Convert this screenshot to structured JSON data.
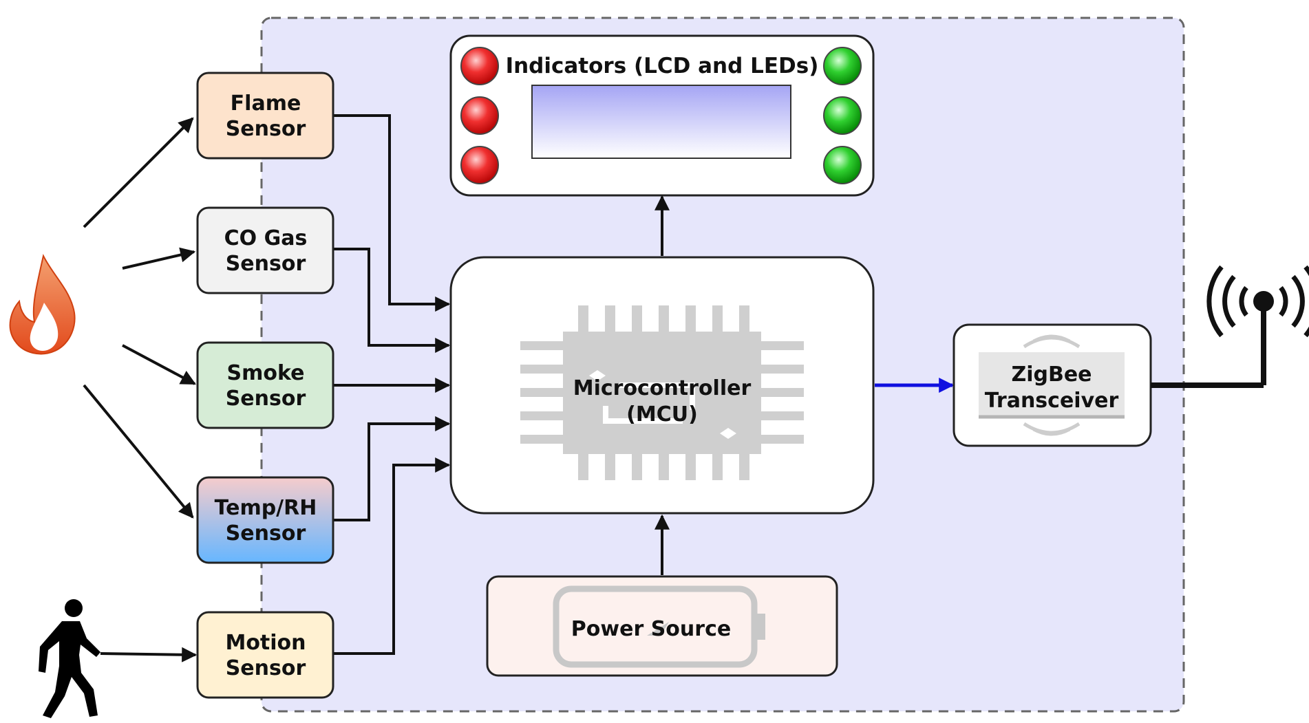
{
  "sensors": [
    {
      "line1": "Flame",
      "line2": "Sensor"
    },
    {
      "line1": "CO Gas",
      "line2": "Sensor"
    },
    {
      "line1": "Smoke",
      "line2": "Sensor"
    },
    {
      "line1": "Temp/RH",
      "line2": "Sensor"
    },
    {
      "line1": "Motion",
      "line2": "Sensor"
    }
  ],
  "indicators": {
    "title": "Indicators (LCD and LEDs)"
  },
  "mcu": {
    "line1": "Microcontroller",
    "line2": "(MCU)"
  },
  "power": {
    "label": "Power Source"
  },
  "zigbee": {
    "line1": "ZigBee",
    "line2": "Transceiver"
  },
  "icons": [
    "flame-icon",
    "walking-person-icon",
    "antenna-icon",
    "chip-icon",
    "battery-icon",
    "wireless-waves-icon"
  ],
  "colors": {
    "system_bg": "#e6e6fb",
    "flame_sensor": "#fde3cc",
    "co_sensor": "#f2f2f2",
    "smoke_sensor": "#d6ecd6",
    "motion_sensor": "#fff1d2",
    "power_bg": "#fdf1ee",
    "mcu_to_zigbee_arrow": "#1010e0",
    "led_red": "#e01818",
    "led_green": "#18c018",
    "flame": "#e85a2a"
  }
}
